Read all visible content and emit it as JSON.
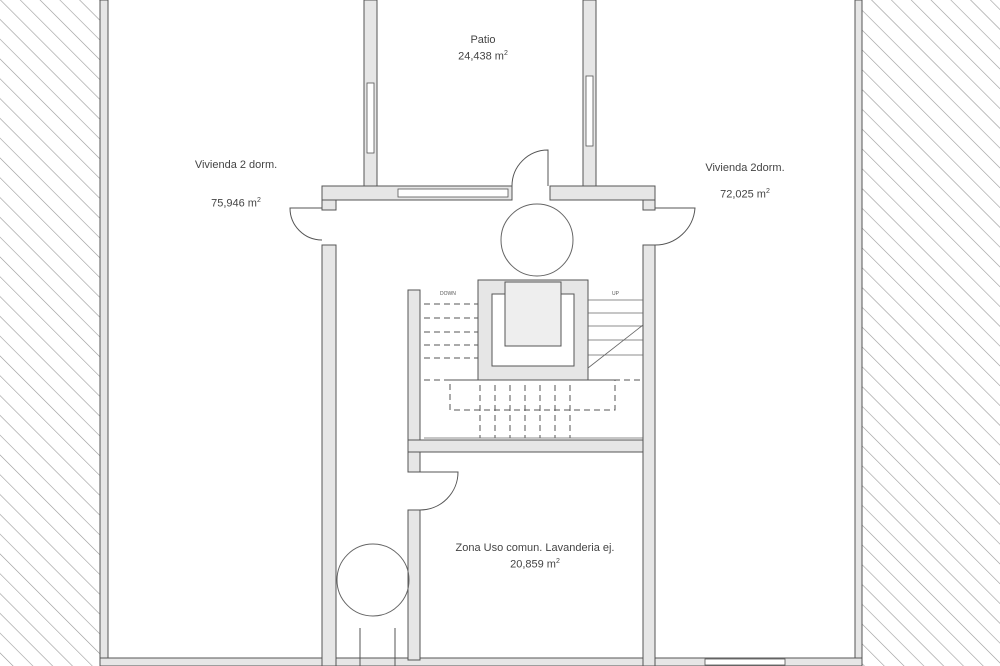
{
  "plan": {
    "rooms": [
      {
        "name": "Patio",
        "area": "24,438 m",
        "unit_sup": "2"
      },
      {
        "name": "Vivienda 2 dorm.",
        "area": "75,946 m",
        "unit_sup": "2"
      },
      {
        "name": "Vivienda 2dorm.",
        "area": "72,025 m",
        "unit_sup": "2"
      },
      {
        "name": "Zona Uso comun. Lavanderia ej.",
        "area": "20,859 m",
        "unit_sup": "2"
      }
    ],
    "stairs": {
      "down_label": "DOWN",
      "up_label": "UP"
    },
    "colors": {
      "wall_fill": "#e6e6e6",
      "wall_stroke": "#555555",
      "hatch": "#999999"
    }
  }
}
